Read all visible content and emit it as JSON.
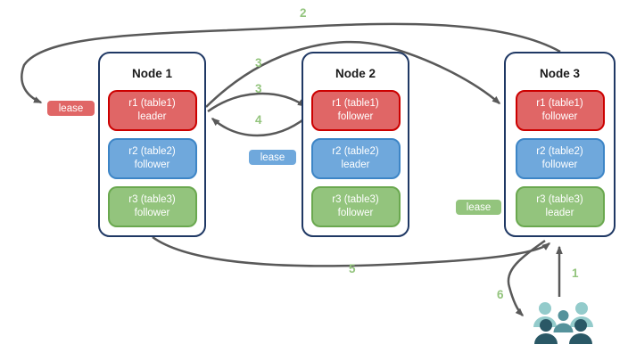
{
  "palette": {
    "red_fill": "#e06666",
    "red_border": "#cc0000",
    "blue_fill": "#6fa8dc",
    "blue_border": "#3d85c6",
    "green_fill": "#93c47d",
    "green_border": "#6aa84f",
    "node_border": "#1f3864",
    "arrow": "#595959",
    "step_label": "#93c47d",
    "people_light": "#93cbcb",
    "people_medium": "#55929b",
    "people_dark": "#2a5866"
  },
  "nodes": [
    {
      "title": "Node 1",
      "replicas": [
        {
          "name": "r1 (table1)",
          "role": "leader",
          "color": "red"
        },
        {
          "name": "r2 (table2)",
          "role": "follower",
          "color": "blue"
        },
        {
          "name": "r3 (table3)",
          "role": "follower",
          "color": "green"
        }
      ]
    },
    {
      "title": "Node 2",
      "replicas": [
        {
          "name": "r1 (table1)",
          "role": "follower",
          "color": "red"
        },
        {
          "name": "r2 (table2)",
          "role": "leader",
          "color": "blue"
        },
        {
          "name": "r3 (table3)",
          "role": "follower",
          "color": "green"
        }
      ]
    },
    {
      "title": "Node 3",
      "replicas": [
        {
          "name": "r1 (table1)",
          "role": "follower",
          "color": "red"
        },
        {
          "name": "r2 (table2)",
          "role": "follower",
          "color": "blue"
        },
        {
          "name": "r3 (table3)",
          "role": "leader",
          "color": "green"
        }
      ]
    }
  ],
  "leases": [
    {
      "label": "lease",
      "color": "red"
    },
    {
      "label": "lease",
      "color": "blue"
    },
    {
      "label": "lease",
      "color": "green"
    }
  ],
  "steps": {
    "s1": "1",
    "s2": "2",
    "s3a": "3",
    "s3b": "3",
    "s4": "4",
    "s5": "5",
    "s6": "6"
  },
  "icons": {
    "users": "users-group-icon"
  }
}
